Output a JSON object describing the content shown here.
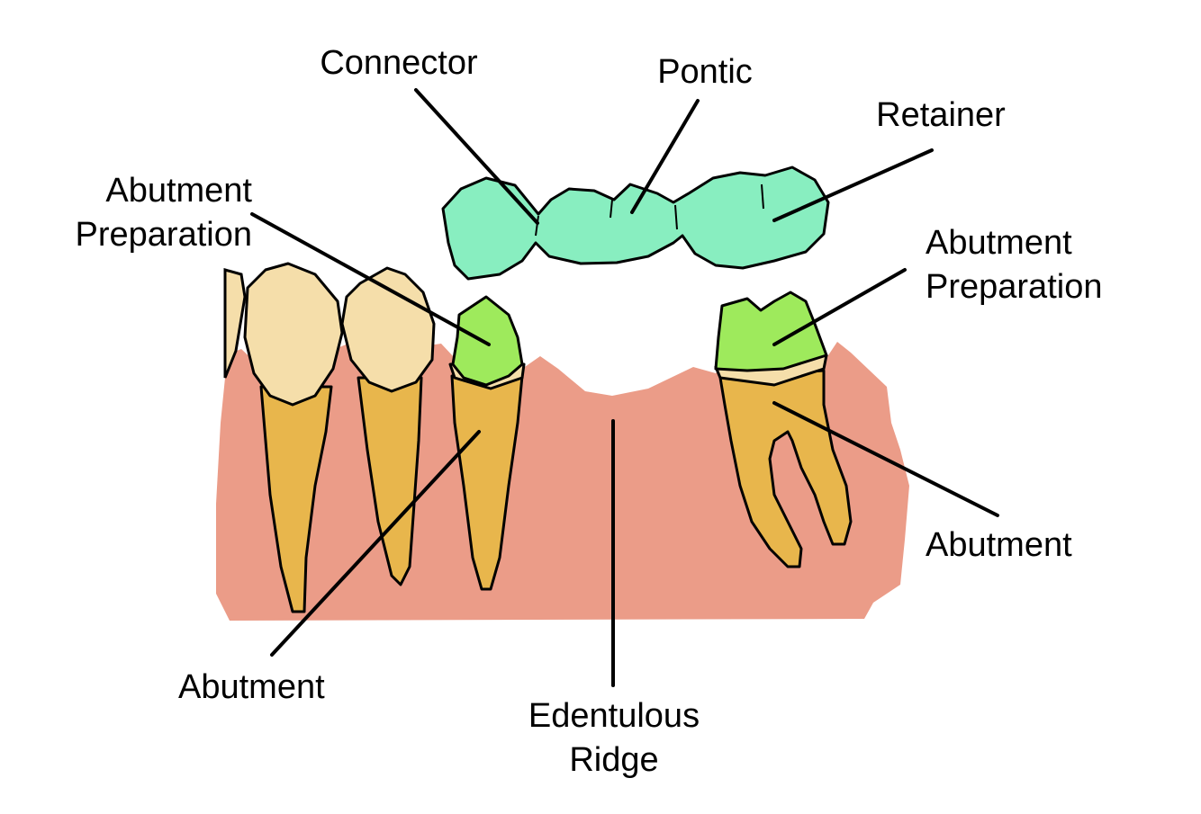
{
  "labels": {
    "connector": "Connector",
    "pontic": "Pontic",
    "retainer": "Retainer",
    "abutment_prep_left_1": "Abutment",
    "abutment_prep_left_2": "Preparation",
    "abutment_prep_right_1": "Abutment",
    "abutment_prep_right_2": "Preparation",
    "abutment_right": "Abutment",
    "abutment_left": "Abutment",
    "edentulous_1": "Edentulous",
    "edentulous_2": "Ridge"
  },
  "colors": {
    "gum": "#eb9c88",
    "crown": "#f5deaa",
    "root": "#e8b64c",
    "preparation": "#9eea5c",
    "bridge": "#88eec0",
    "outline": "#000000"
  }
}
